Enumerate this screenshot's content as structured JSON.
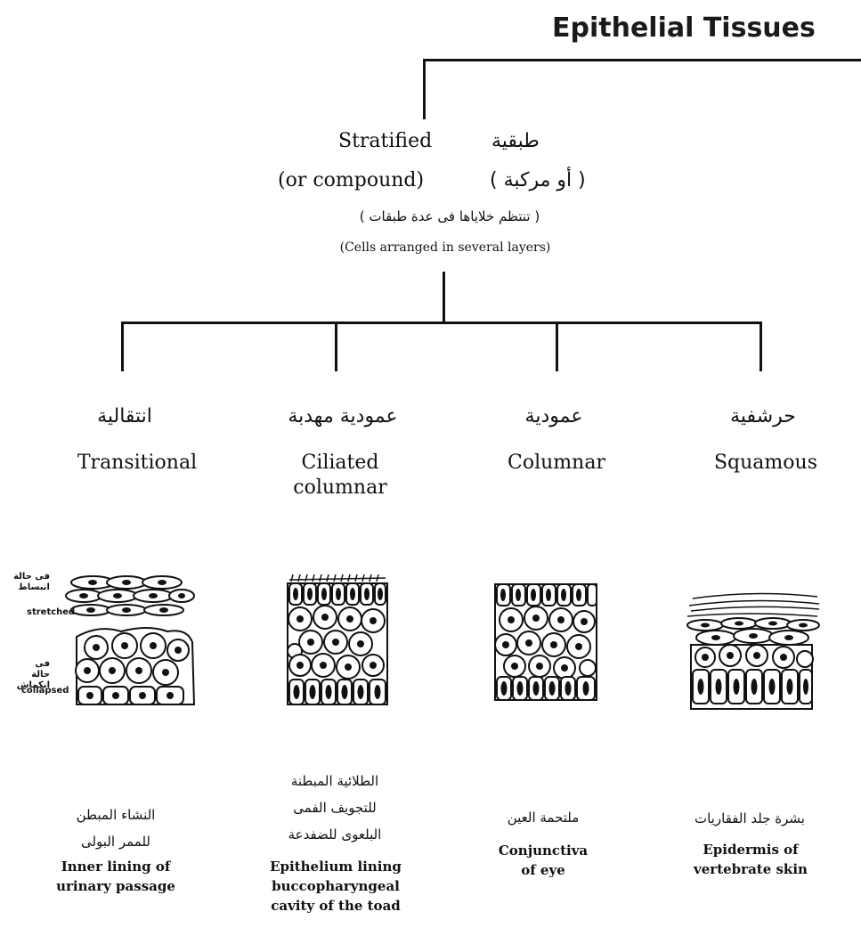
{
  "title": "Epithelial Tissues",
  "root": {
    "english": "Stratified",
    "arabic": "طبقية",
    "english2": "(or compound)",
    "arabic2": "( أو مركبة )",
    "arabic_note": "( تنتظم خلاياها فى عدة طبقات )",
    "english_note": "(Cells arranged in several layers)"
  },
  "types": [
    {
      "arabic": "انتقالية",
      "english": [
        "Transitional"
      ],
      "caption_arabic": [
        "النشاء المبطن",
        "للممر البولى"
      ],
      "caption_english": [
        "Inner lining of",
        "urinary passage"
      ],
      "state_labels": {
        "stretched_ar": [
          "فى حالة",
          "انبساط"
        ],
        "stretched_en": "stretched",
        "collapsed_ar": [
          "فى حالة",
          "انكماش"
        ],
        "collapsed_en": "collapsed"
      }
    },
    {
      "arabic": "عمودية مهدبة",
      "english": [
        "Ciliated",
        "columnar"
      ],
      "caption_arabic": [
        "الطلائية المبطنة",
        "للتجويف الفمى",
        "البلعوى للضفدعة"
      ],
      "caption_english": [
        "Epithelium lining",
        "buccopharyngeal",
        "cavity of the toad"
      ]
    },
    {
      "arabic": "عمودية",
      "english": [
        "Columnar"
      ],
      "caption_arabic": [
        "ملتحمة العين"
      ],
      "caption_english": [
        "Conjunctiva",
        "of eye"
      ]
    },
    {
      "arabic": "حرشفية",
      "english": [
        "Squamous"
      ],
      "caption_arabic": [
        "بشرة جلد الفقاريات"
      ],
      "caption_english": [
        "Epidermis of",
        "vertebrate skin"
      ]
    }
  ]
}
